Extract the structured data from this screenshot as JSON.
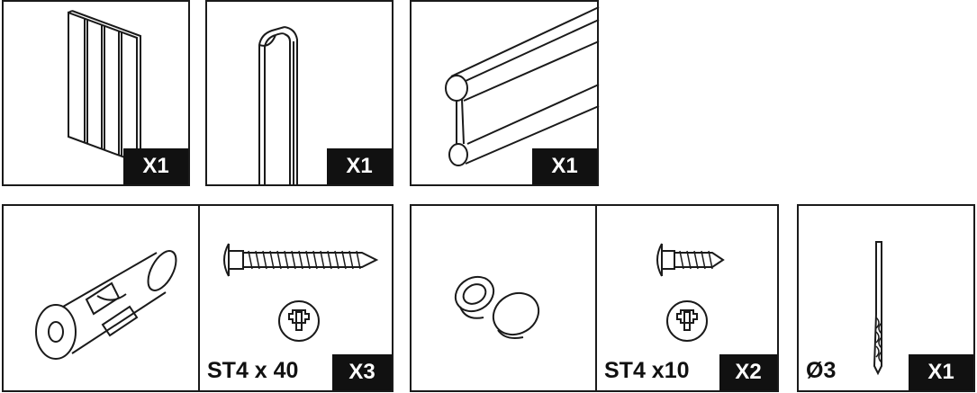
{
  "parts": {
    "glass_panel": {
      "qty": "X1",
      "icon": "glass-panel-icon"
    },
    "wall_profile": {
      "qty": "X1",
      "icon": "wall-profile-icon"
    },
    "seal_strip": {
      "qty": "X1",
      "icon": "seal-strip-icon"
    },
    "wall_plug_screw_set": {
      "spec": "ST4 x 40",
      "qty": "X3",
      "icons": [
        "wall-plug-icon",
        "long-screw-icon",
        "phillips-head-icon"
      ]
    },
    "cap_screw_set": {
      "spec": "ST4 x10",
      "qty": "X2",
      "icons": [
        "screw-cap-icon",
        "short-screw-icon",
        "phillips-head-icon"
      ]
    },
    "drill_bit": {
      "spec": "Ø3",
      "qty": "X1",
      "icon": "drill-bit-icon"
    }
  },
  "colors": {
    "ink": "#1a1a1a",
    "badge": "#111111",
    "badge_text": "#ffffff"
  }
}
